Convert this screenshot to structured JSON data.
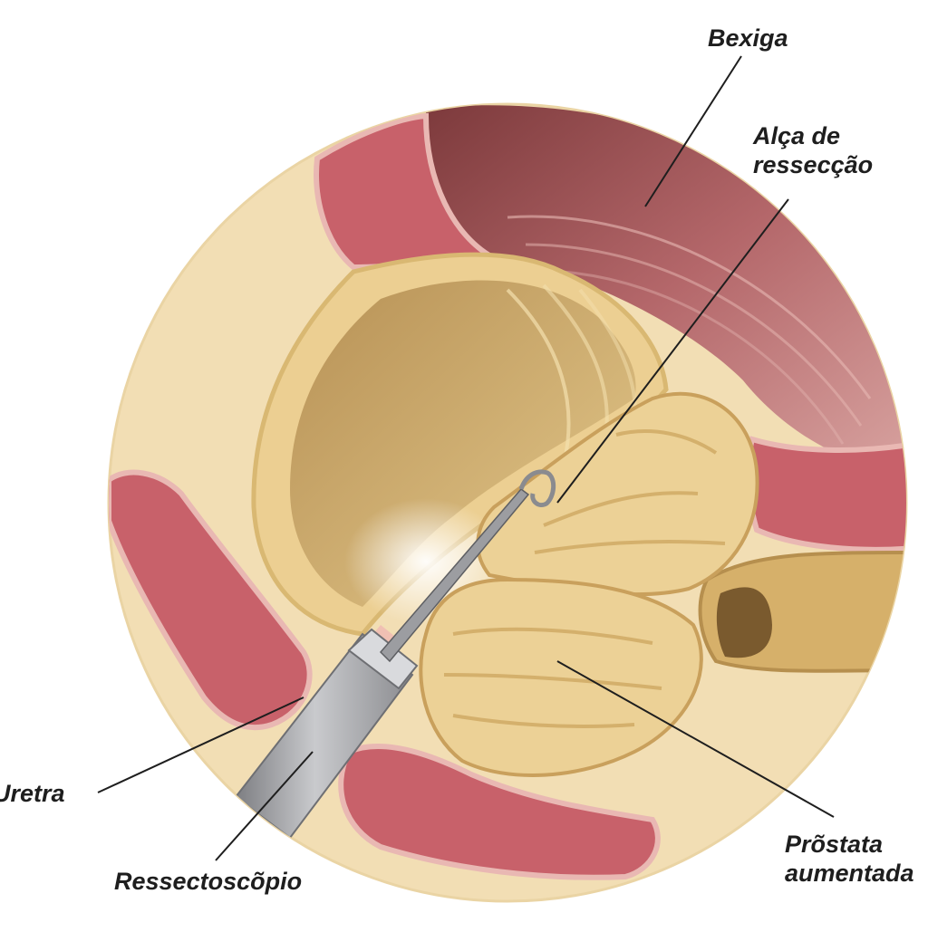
{
  "labels": {
    "bexiga": "Bexiga",
    "alca_line1": "Alça de",
    "alca_line2": "ressecção",
    "uretra": "Uretra",
    "ressectoscopio": "Ressectoscõpio",
    "prostata_line1": "Prõstata",
    "prostata_line2": "aumentada"
  },
  "colors": {
    "background": "#ffffff",
    "tissue_beige": "#f2deb4",
    "prostate": "#ecd196",
    "prostate_shadow": "#c9a05c",
    "muscle": "#c8616a",
    "bladder_wall": "#b86e72",
    "instrument": "#a9aaad",
    "leader_line": "#1e1e1e"
  }
}
